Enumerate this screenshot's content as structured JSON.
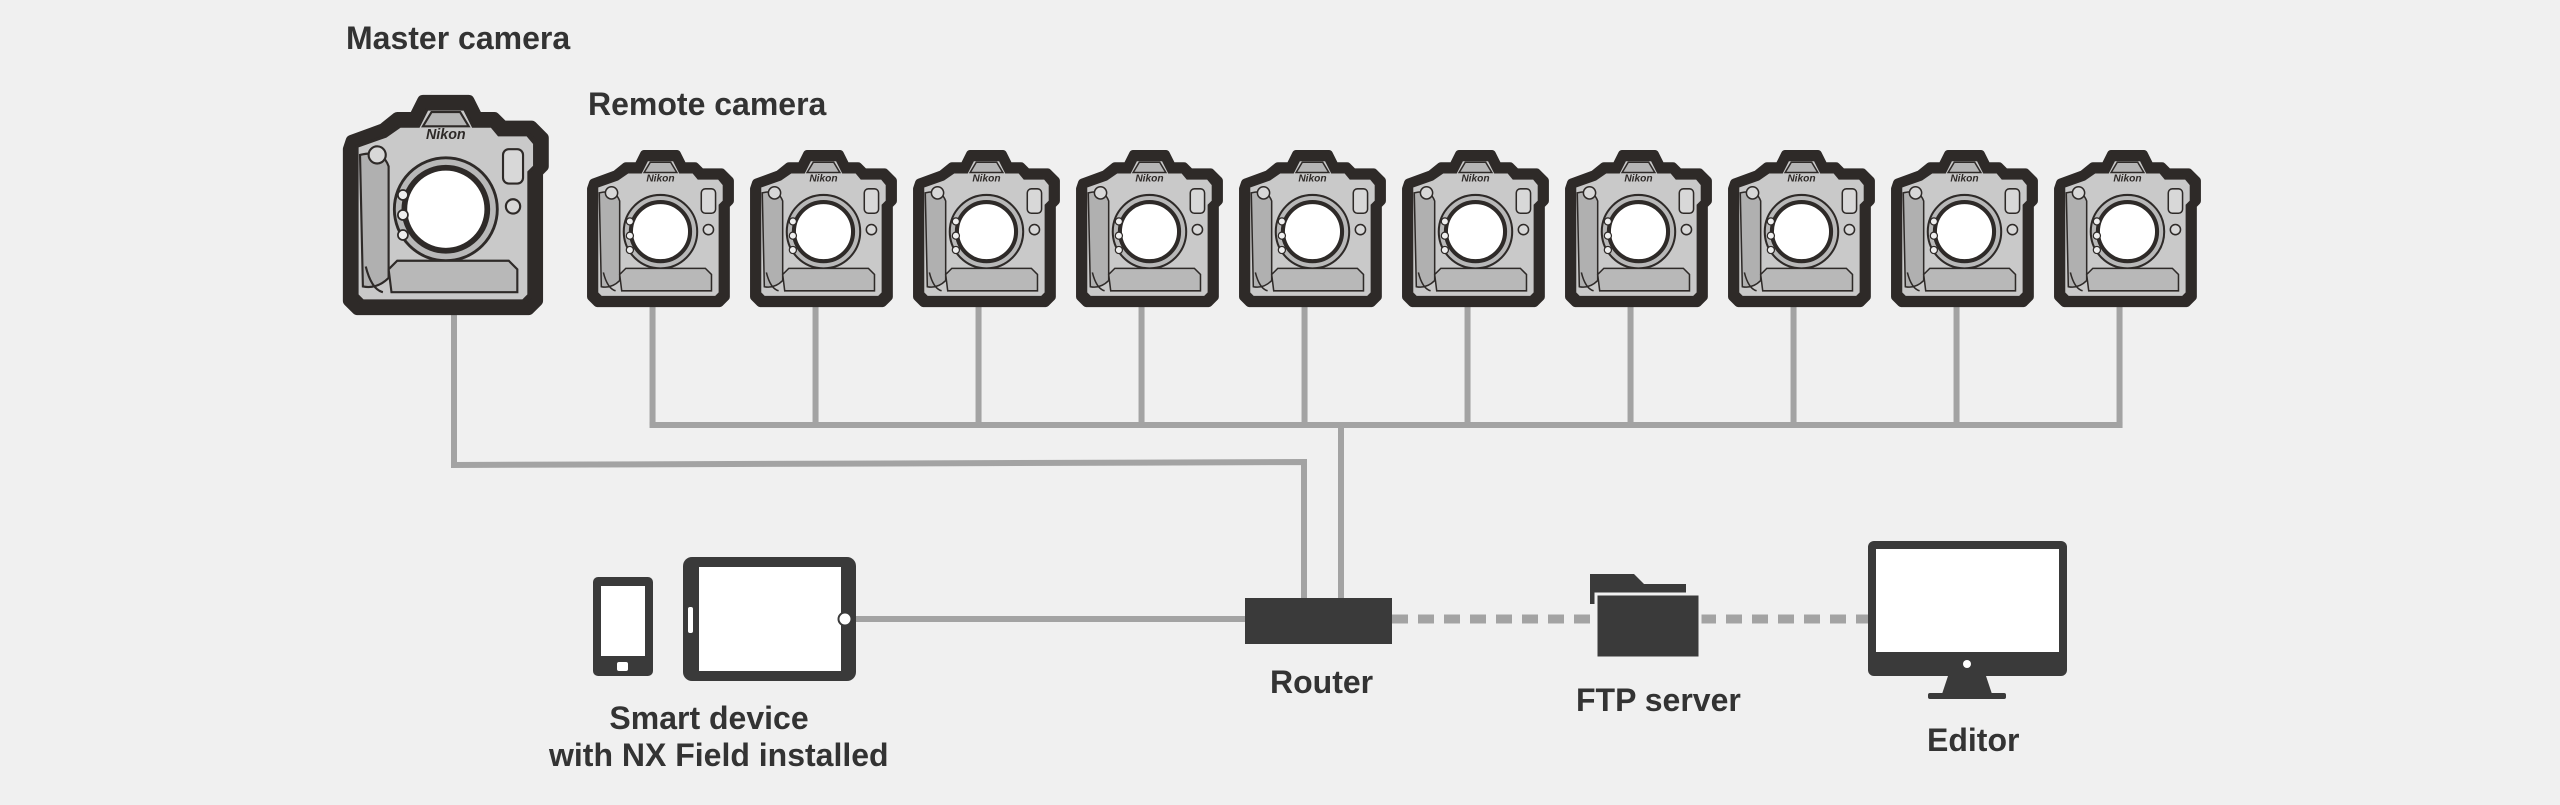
{
  "labels": {
    "master_camera": "Master camera",
    "remote_camera": "Remote camera",
    "router": "Router",
    "ftp_server": "FTP server",
    "editor": "Editor",
    "smart_device_line1": "Smart device",
    "smart_device_line2": "with NX Field installed"
  },
  "camera_brand": "Nikon",
  "remote_camera_count": 10,
  "colors": {
    "background": "#f0f0f0",
    "line": "#a3a3a3",
    "outline": "#2e2a28",
    "camera_body": "#c9c9c9",
    "device_dark": "#3a3a3a",
    "text": "#333333"
  },
  "icons": {
    "camera": "dslr-camera-icon",
    "router": "router-icon",
    "ftp": "folder-icon",
    "editor": "monitor-icon",
    "phone": "smartphone-icon",
    "tablet": "tablet-icon"
  }
}
